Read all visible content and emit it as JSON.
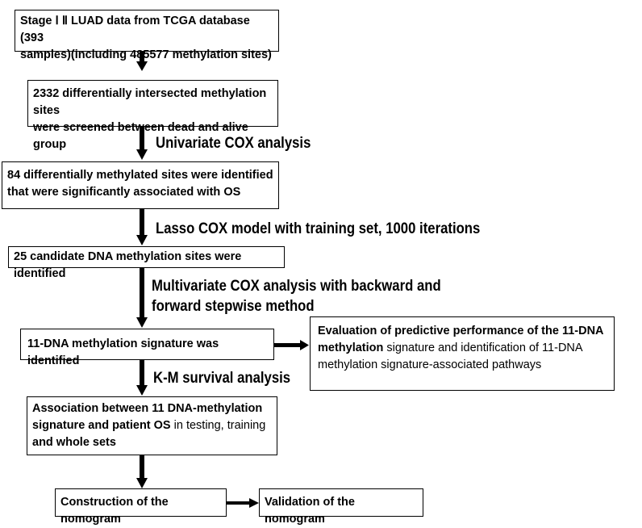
{
  "boxes": {
    "b1": {
      "l1": "Stage Ⅰ Ⅱ LUAD data from TCGA database (393",
      "l2": "samples)(including 485577 methylation sites)"
    },
    "b2": {
      "l1": "2332 differentially intersected methylation sites",
      "l2": "were screened between dead and alive group"
    },
    "b3": {
      "l1": "84 differentially methylated sites were identified",
      "l2": "that were significantly associated with OS"
    },
    "b4": {
      "l1": "25 candidate DNA methylation sites were identified"
    },
    "b5": {
      "l1": "11-DNA methylation signature was identified"
    },
    "b6": {
      "l1": "Evaluation of predictive performance of the 11-DNA",
      "l2a": "methylation",
      "l2b": " signature and identification of 11-DNA",
      "l3": "methylation signature-associated pathways"
    },
    "b7": {
      "l1": "Association between 11 DNA-methylation",
      "l2": "signature and patient OS",
      "l2b": " in testing, training",
      "l3": "and whole sets"
    },
    "b8": {
      "l1": "Construction of the nomogram"
    },
    "b9": {
      "l1": "Validation of the nomogram"
    }
  },
  "steps": {
    "s1": "Univariate COX analysis",
    "s2": "Lasso COX model with training set, 1000 iterations",
    "s3a": "Multivariate COX analysis with backward and",
    "s3b": "forward stepwise method",
    "s4": "K-M survival analysis"
  }
}
